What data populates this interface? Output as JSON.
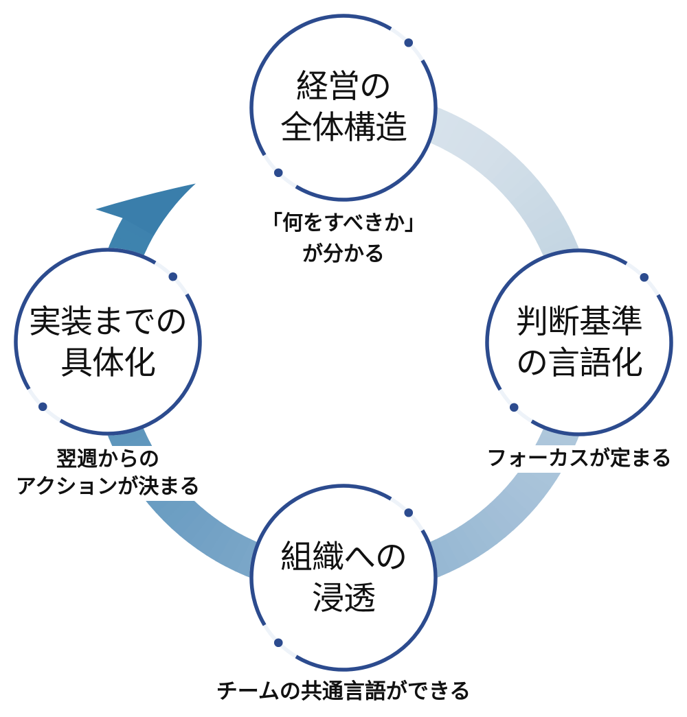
{
  "diagram": {
    "type": "cycle",
    "direction": "clockwise",
    "nodes": [
      {
        "id": "top",
        "title_lines": [
          "経営の",
          "全体構造"
        ],
        "caption_lines": [
          "「何をすべきか」",
          "が分かる"
        ]
      },
      {
        "id": "right",
        "title_lines": [
          "判断基準",
          "の言語化"
        ],
        "caption_lines": [
          "フォーカスが定まる"
        ]
      },
      {
        "id": "bottom",
        "title_lines": [
          "組織への",
          "浸透"
        ],
        "caption_lines": [
          "チームの共通言語ができる"
        ]
      },
      {
        "id": "left",
        "title_lines": [
          "実装までの",
          "具体化"
        ],
        "caption_lines": [
          "翌週からの",
          "アクションが決まる"
        ]
      }
    ]
  },
  "colors": {
    "node_stroke": "#2c4b8e",
    "node_fill": "#ffffff",
    "node_gap": "#eef3f9",
    "ring_start": "#dce6ee",
    "ring_end": "#3a7eab",
    "text": "#111111"
  }
}
